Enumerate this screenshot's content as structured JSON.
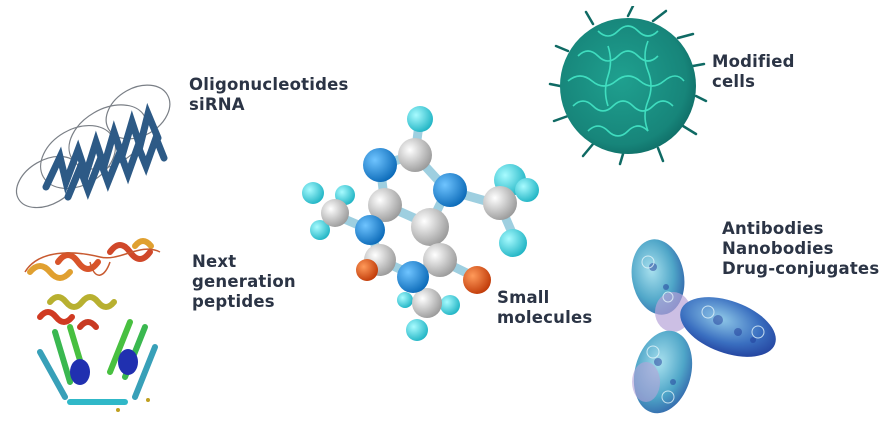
{
  "colors": {
    "text": "#2b3445",
    "helix_ribbon": "#2d5a86",
    "helix_coil": "#7a7f86",
    "cell_teal": "#1a9a8f",
    "cell_highlight": "#3fe0c2",
    "atom_carbon": "#d8d8d8",
    "atom_nitrogen": "#1787d8",
    "atom_hydrogen": "#3fd6e0",
    "atom_oxygen": "#e05015",
    "antibody_blue": "#2f5fa8",
    "antibody_cyan": "#5ab8cf",
    "antibody_lilac": "#b6a4d8"
  },
  "labels": {
    "oligonucleotides": {
      "lines": [
        "Oligonucleotides",
        "siRNA"
      ]
    },
    "modified_cells": {
      "lines": [
        "Modified",
        "cells"
      ]
    },
    "peptides": {
      "lines": [
        "Next",
        "generation",
        "peptides"
      ]
    },
    "small_molecules": {
      "lines": [
        "Small",
        "molecules"
      ]
    },
    "antibodies": {
      "lines": [
        "Antibodies",
        "Nanobodies",
        "Drug-conjugates"
      ]
    }
  },
  "illustrations": {
    "oligonucleotides": "double-helix-ribbon",
    "peptides": "protein-ribbon-structure",
    "small_molecules": "ball-and-stick-molecule",
    "modified_cells": "t-cell-surface",
    "antibodies": "antibody-surface-model"
  }
}
